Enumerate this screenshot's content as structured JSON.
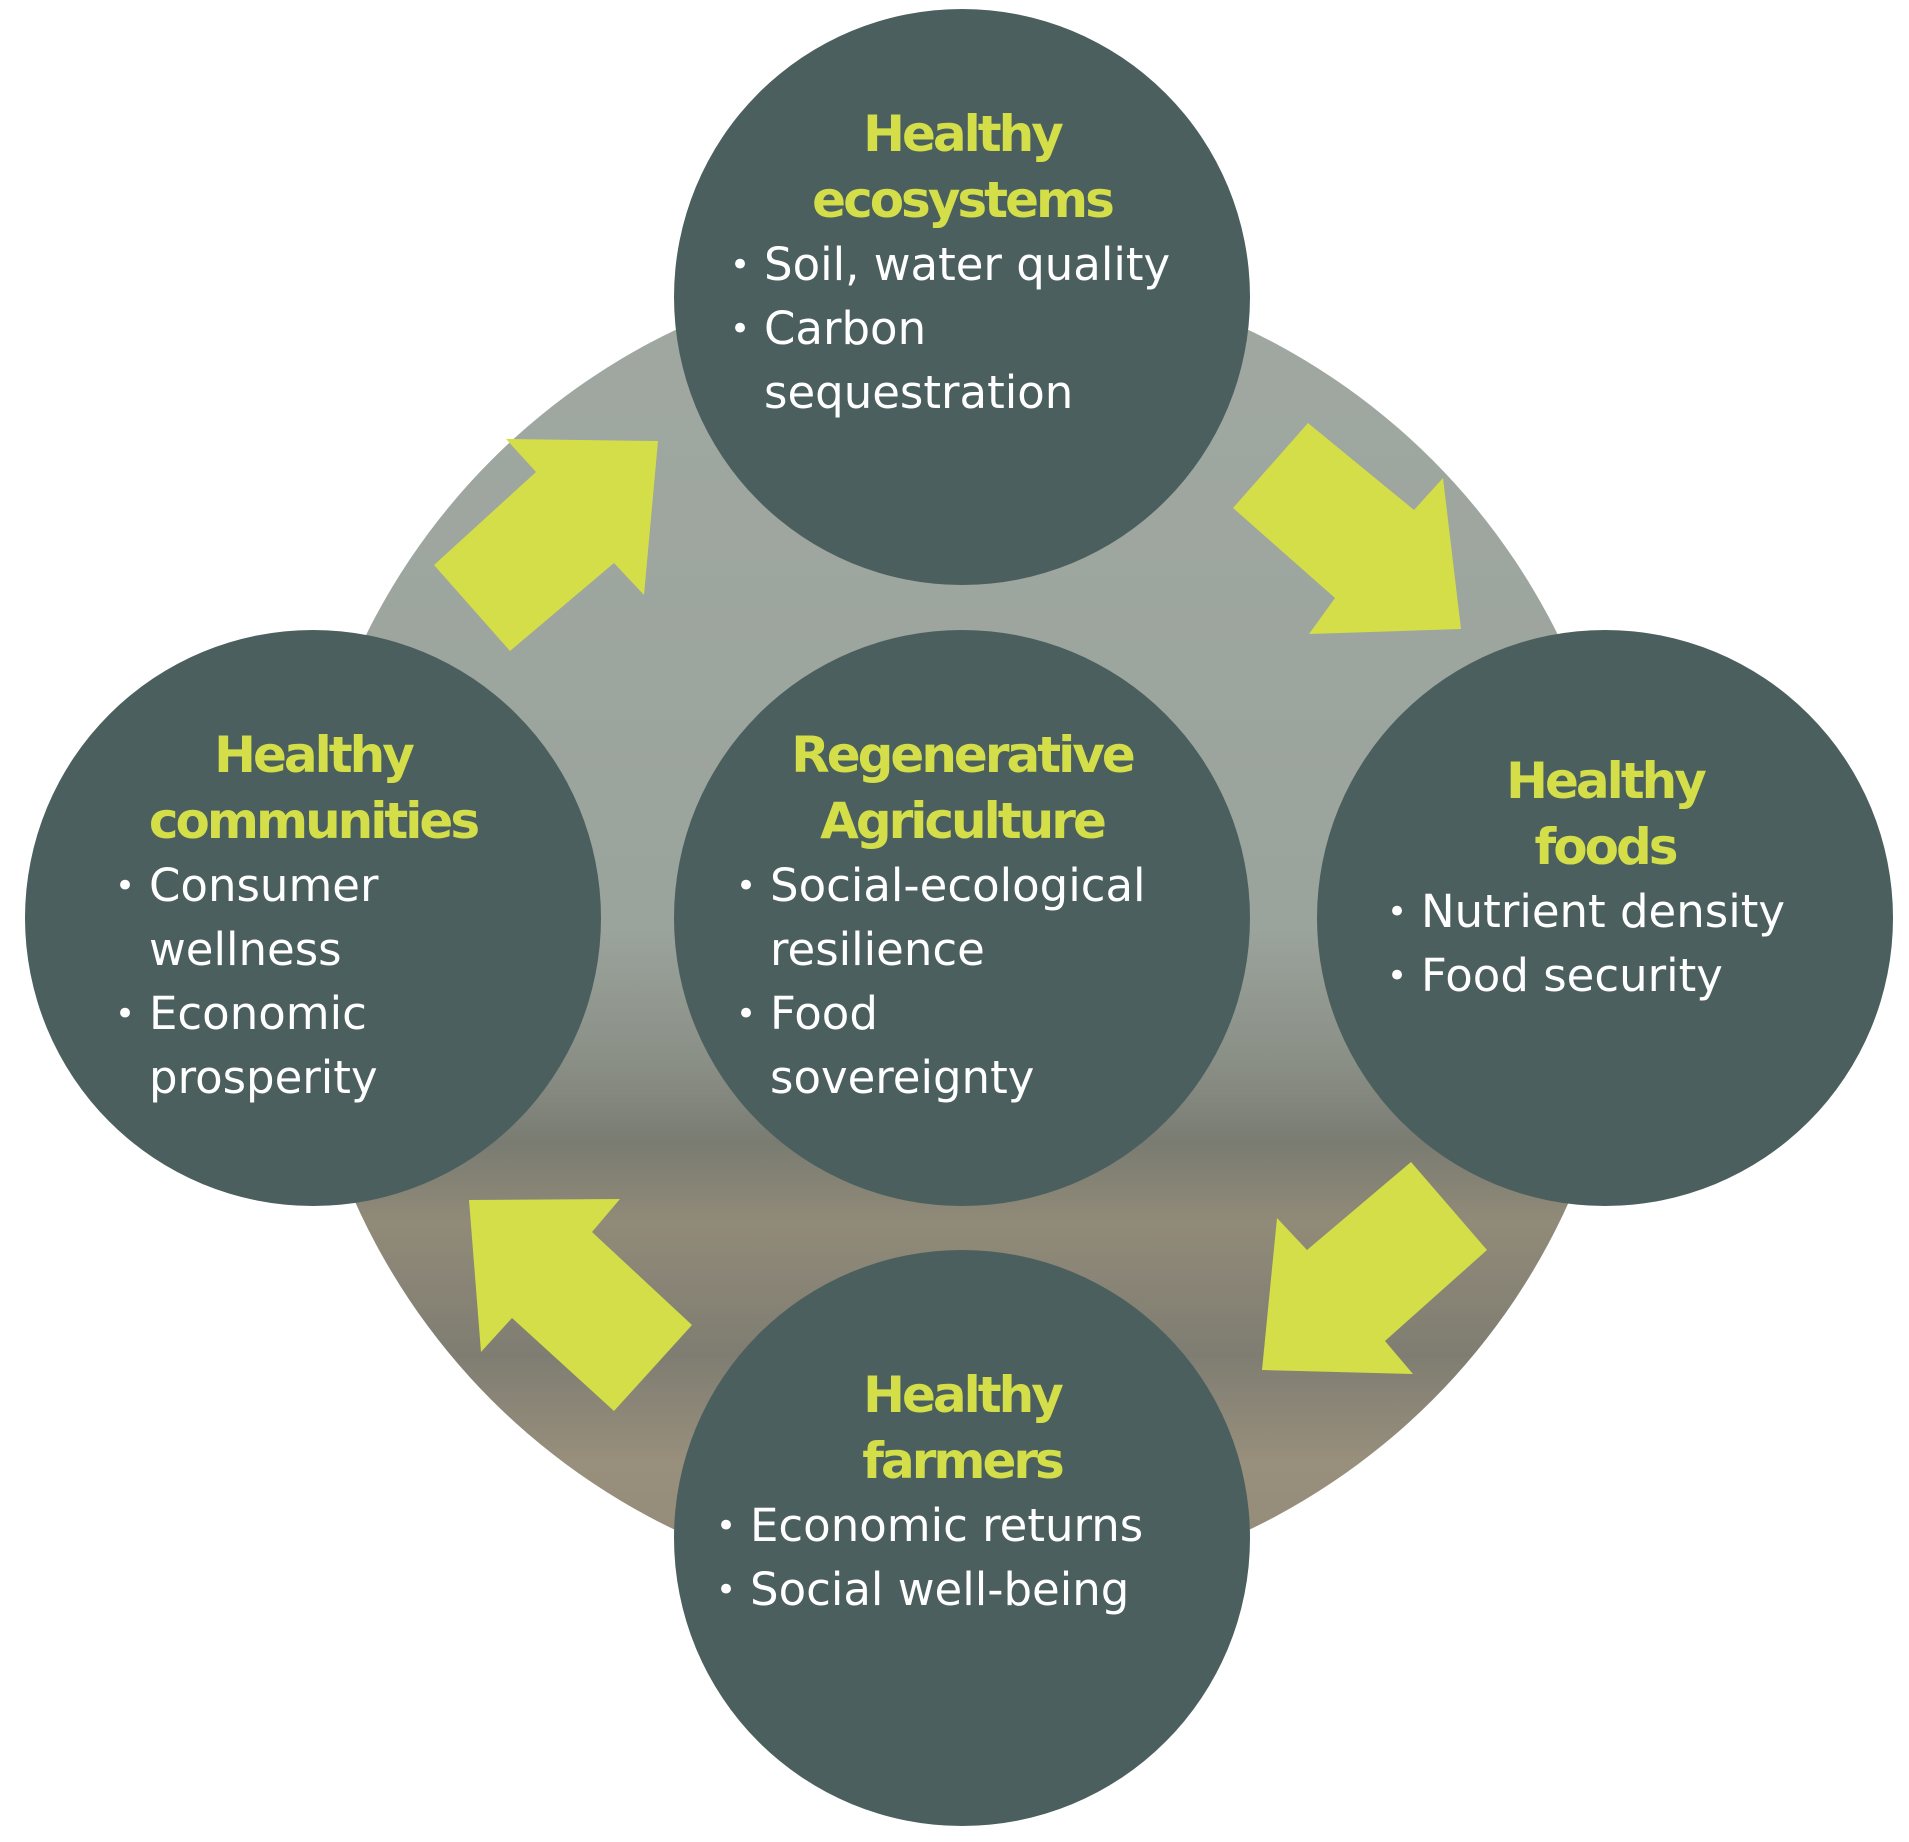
{
  "colors": {
    "node_fill": "#4b5f5e",
    "title_accent": "#d3de48",
    "arrow_fill": "#d3de48",
    "bullet_text": "#ffffff",
    "background_top": "#9fa8a1",
    "background_bottom": "#958e7c",
    "page_background": "#ffffff"
  },
  "center": {
    "title_line1": "Regenerative",
    "title_line2": "Agriculture",
    "bullets": [
      {
        "line1": "Social-ecological",
        "line2": "resilience"
      },
      {
        "line1": "Food",
        "line2": "sovereignty"
      }
    ]
  },
  "top": {
    "title_line1": "Healthy",
    "title_line2": "ecosystems",
    "bullets": [
      {
        "line1": "Soil, water quality",
        "line2": ""
      },
      {
        "line1": "Carbon",
        "line2": "sequestration"
      }
    ]
  },
  "right": {
    "title_line1": "Healthy",
    "title_line2": "foods",
    "bullets": [
      {
        "line1": "Nutrient density",
        "line2": ""
      },
      {
        "line1": "Food security",
        "line2": ""
      }
    ]
  },
  "bottom": {
    "title_line1": "Healthy",
    "title_line2": "farmers",
    "bullets": [
      {
        "line1": "Economic returns",
        "line2": ""
      },
      {
        "line1": "Social well-being",
        "line2": ""
      }
    ]
  },
  "left": {
    "title_line1": "Healthy",
    "title_line2": "communities",
    "bullets": [
      {
        "line1": "Consumer",
        "line2": "wellness"
      },
      {
        "line1": "Economic",
        "line2": "prosperity"
      }
    ]
  },
  "bullet_glyph": "•",
  "arrows": [
    {
      "name": "arrow-left-to-top",
      "direction": "up-right"
    },
    {
      "name": "arrow-top-to-right",
      "direction": "down-right"
    },
    {
      "name": "arrow-right-to-bottom",
      "direction": "down-left"
    },
    {
      "name": "arrow-bottom-to-left",
      "direction": "up-left"
    }
  ]
}
